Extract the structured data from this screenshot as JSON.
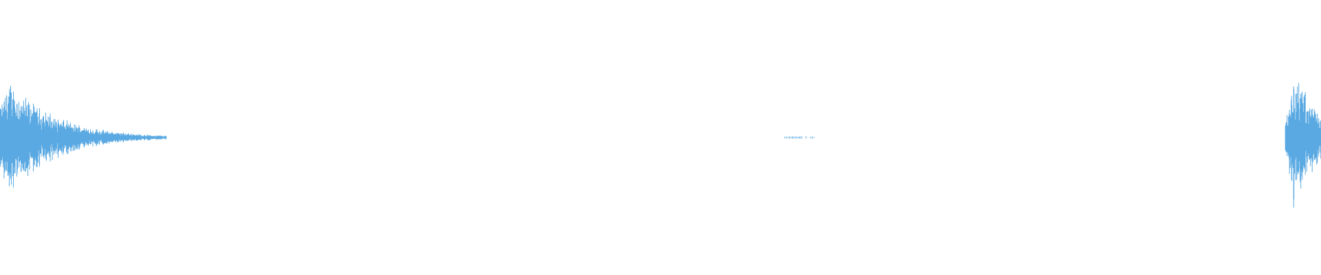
{
  "waveform": {
    "color": "#5aa9e2",
    "background": "#ffffff",
    "duration_fraction_markers": {
      "first_burst_start": 0.0,
      "first_burst_decay_end": 0.12,
      "mid_noise_start": 0.594,
      "mid_noise_end": 0.617,
      "second_burst_start": 0.971,
      "second_burst_end": 1.0
    },
    "bursts": [
      {
        "id": "burst-start",
        "center": 0.006,
        "peak": 0.85,
        "decay": 0.035,
        "tail": 0.12
      },
      {
        "id": "burst-end",
        "center": 0.979,
        "peak": 1.0,
        "decay": 0.02,
        "tail": 0.03
      }
    ],
    "noise_segments": [
      {
        "id": "noise-mid",
        "start": 0.594,
        "end": 0.617,
        "level": 0.02
      }
    ]
  }
}
